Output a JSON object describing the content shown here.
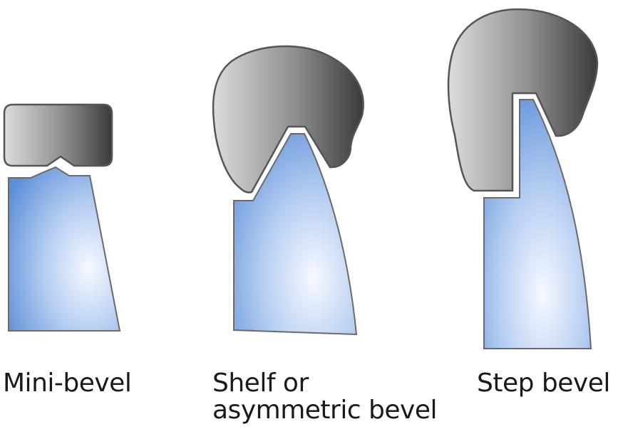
{
  "panels": [
    {
      "id": "mini-bevel",
      "label": "Mini-bevel"
    },
    {
      "id": "shelf-bevel",
      "label": "Shelf or\nasymmetric bevel"
    },
    {
      "id": "step-bevel",
      "label": "Step bevel"
    }
  ],
  "colors": {
    "holder_light": "#d9d9d9",
    "holder_dark": "#3d3d3d",
    "lens_light": "#f4f8ff",
    "lens_mid": "#a9c4ee",
    "lens_dark": "#5b8fd9",
    "outline": "#555555"
  }
}
